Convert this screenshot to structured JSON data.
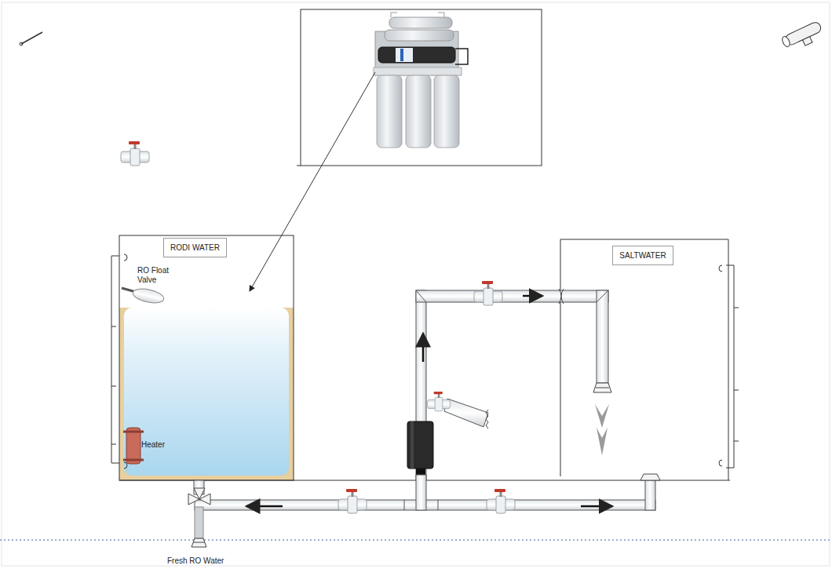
{
  "diagram": {
    "nodes": [
      {
        "text": [
          "RODI WATER"
        ]
      },
      {
        "text": [
          "SALTWATER"
        ]
      }
    ],
    "labels": [
      "RO Float Valve",
      "Heater",
      "Fresh RO Water"
    ]
  }
}
